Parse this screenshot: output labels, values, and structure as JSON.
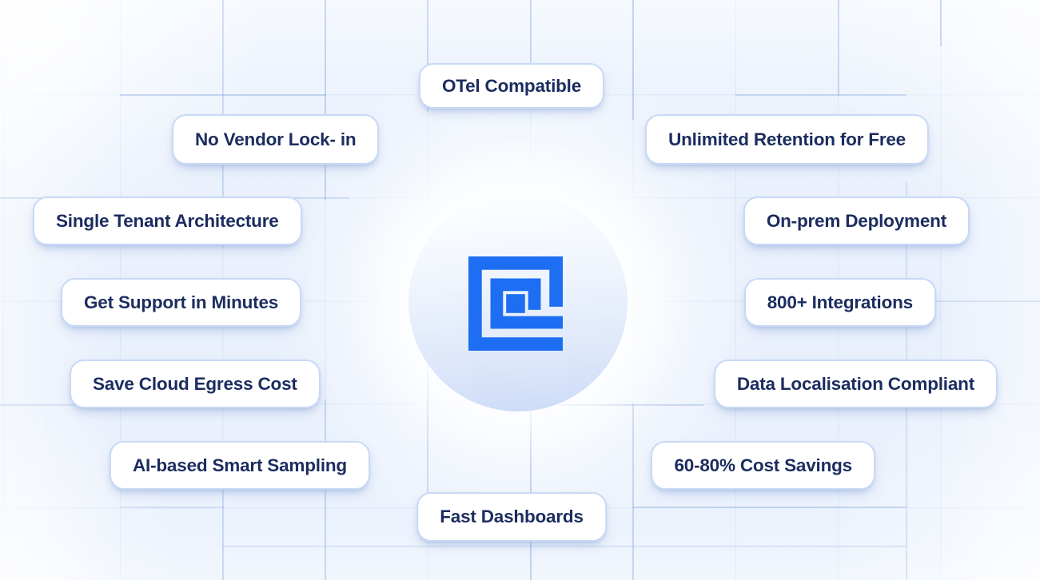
{
  "page": {
    "type": "feature-map-graphic",
    "brand": {
      "logo_icon": "nested-squares-logo",
      "logo_color": "#1d6ef2"
    },
    "badges": [
      {
        "id": "otel-compatible",
        "label": "OTel Compatible"
      },
      {
        "id": "no-vendor-lock-in",
        "label": "No Vendor Lock- in"
      },
      {
        "id": "unlimited-retention",
        "label": "Unlimited Retention for Free"
      },
      {
        "id": "single-tenant",
        "label": "Single Tenant Architecture"
      },
      {
        "id": "on-prem-deployment",
        "label": "On-prem Deployment"
      },
      {
        "id": "get-support",
        "label": "Get Support in Minutes"
      },
      {
        "id": "integrations",
        "label": "800+ Integrations"
      },
      {
        "id": "save-cloud-egress",
        "label": "Save Cloud Egress Cost"
      },
      {
        "id": "data-localisation",
        "label": "Data Localisation Compliant"
      },
      {
        "id": "ai-smart-sampling",
        "label": "AI-based Smart Sampling"
      },
      {
        "id": "cost-savings",
        "label": "60-80% Cost Savings"
      },
      {
        "id": "fast-dashboards",
        "label": "Fast Dashboards"
      }
    ],
    "colors": {
      "background": "#edf3fc",
      "badge_background": "#ffffff",
      "badge_border": "#c8d9f6",
      "badge_text": "#1b2c5f",
      "grid_line": "#bcd0ee",
      "logo_blue": "#1d6ef2",
      "halo_bottom": "#cbdaf6"
    }
  }
}
